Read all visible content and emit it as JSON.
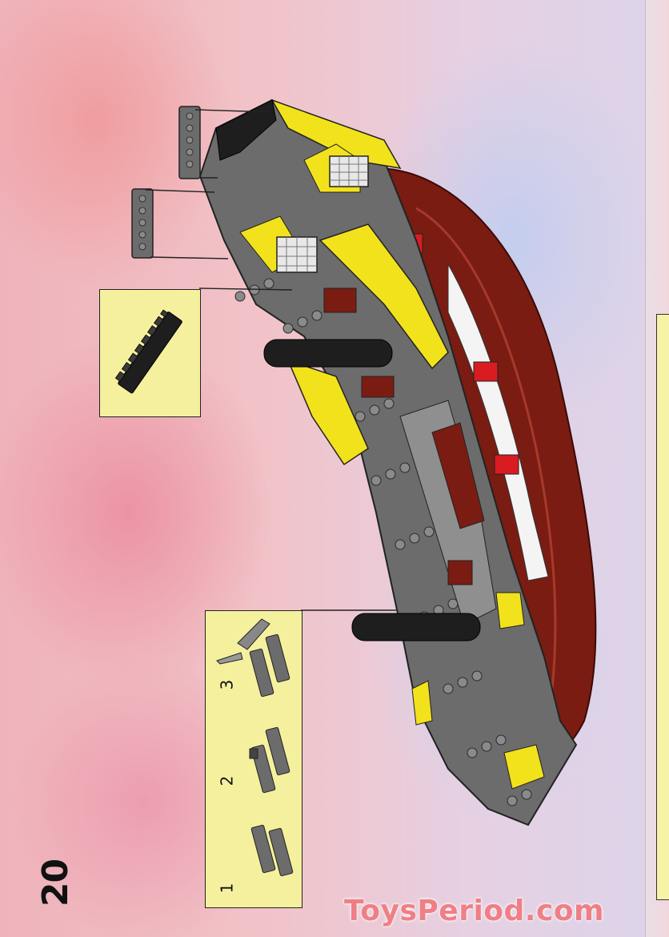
{
  "page_number": "20",
  "steps": [
    {
      "label": "1"
    },
    {
      "label": "2"
    },
    {
      "label": "3"
    }
  ],
  "watermark": "ToysPeriod.com",
  "colors": {
    "hull": "#7a1c12",
    "deck": "#6c6c6c",
    "trim": "#f2e21c",
    "mast": "#1e1e1e",
    "callout": "#f5f09e"
  },
  "icons": [
    "black-brick-1x8",
    "lego-ship-hull",
    "rail-brick",
    "cannon-part"
  ]
}
